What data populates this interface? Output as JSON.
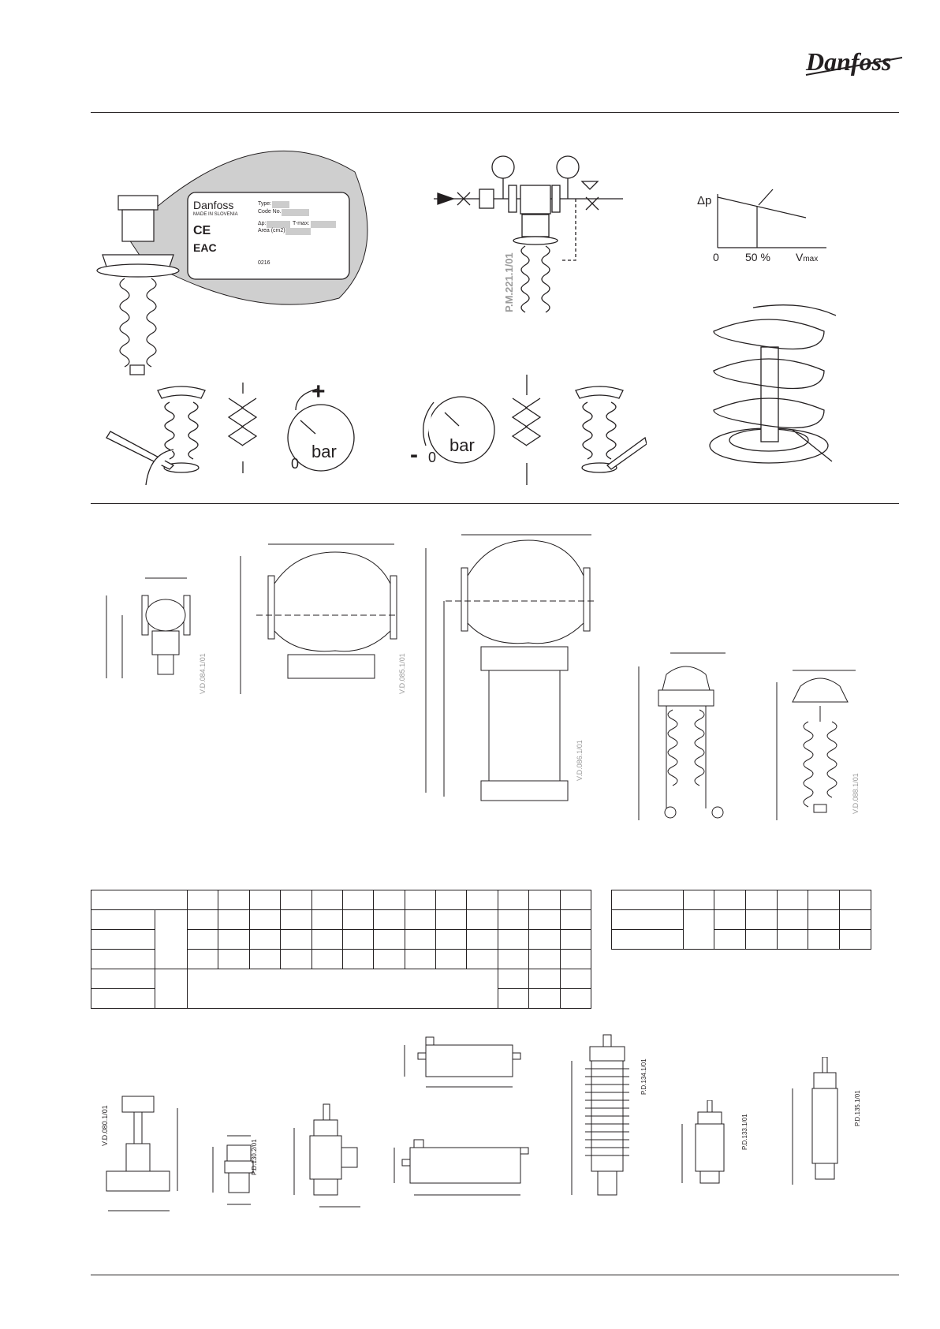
{
  "brand": {
    "logo_text": "Danfoss"
  },
  "nameplate": {
    "brand": "Danfoss",
    "made_in": "MADE IN SLOVENIA",
    "ce_mark": "CE",
    "eac_mark": "EAC",
    "type_label": "Type:",
    "code_label": "Code No.:",
    "dp_label": "Δp:",
    "tmax_label": "T-max:",
    "area_label": "Area (cm2):",
    "date_code": "0216"
  },
  "drawing_codes": {
    "pm221": "P.M.221.1/01",
    "v084": "V.D.084.1/01",
    "v085": "V.D.085.1/01",
    "v086": "V.D.086.1/01",
    "v088": "V.D.088.1/01",
    "v080": "V.D.080.1/01",
    "p130": "P.D.130.2/01",
    "p133": "P.D.133.1/01",
    "p134": "P.D.134.1/01",
    "p135": "P.D.135.1/01"
  },
  "diagram": {
    "dp_symbol": "Δp",
    "axis_zero": "0",
    "axis_mid": "50 %",
    "axis_max": "V",
    "axis_max_sub": "max"
  },
  "gauges": {
    "unit": "bar",
    "zero": "0",
    "plus": "+",
    "minus": "-"
  },
  "colors": {
    "line": "#231f20",
    "plate_bg": "#cfcfcf",
    "code_gray": "#9a9a9a"
  }
}
